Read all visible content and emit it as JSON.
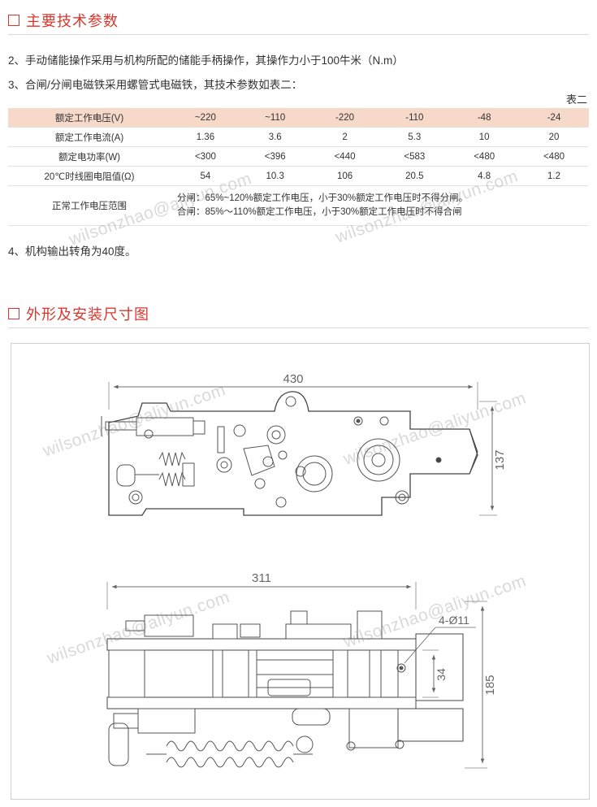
{
  "section1": {
    "title": "主要技术参数"
  },
  "paragraphs": [
    "2、手动储能操作采用与机构所配的储能手柄操作，其操作力小于100牛米（N.m）",
    "3、合闸/分闸电磁铁采用螺管式电磁铁，其技术参数如表二："
  ],
  "table_caption": "表二",
  "table": {
    "header": {
      "label": "额定工作电压(V)",
      "values": [
        "~220",
        "~110",
        "-220",
        "-110",
        "-48",
        "-24"
      ]
    },
    "rows": [
      {
        "label": "额定工作电流(A)",
        "values": [
          "1.36",
          "3.6",
          "2",
          "5.3",
          "10",
          "20"
        ]
      },
      {
        "label": "额定电功率(W)",
        "values": [
          "<300",
          "<396",
          "<440",
          "<583",
          "<480",
          "<480"
        ]
      },
      {
        "label": "20℃时线圈电阻值(Ω)",
        "values": [
          "54",
          "10.3",
          "106",
          "20.5",
          "4.8",
          "1.2"
        ]
      }
    ],
    "last_row": {
      "label": "正常工作电压范围",
      "lines": [
        "分闸：65%~120%额定工作电压，小于30%额定工作电压时不得分闸。",
        "合闸：85%～110%额定工作电压，小于30%额定工作电压时不得合闸"
      ]
    }
  },
  "paragraph4": "4、机构输出转角为40度。",
  "section2": {
    "title": "外形及安装尺寸图"
  },
  "drawing": {
    "top_width": "430",
    "top_height": "137",
    "side_width": "311",
    "side_height": "185",
    "side_small": "34",
    "hole_spec": "4-Ø11"
  },
  "watermark": "wilsonzhao@aliyun.com",
  "colors": {
    "accent": "#d9372e",
    "header_row": "#f7d9c9"
  }
}
